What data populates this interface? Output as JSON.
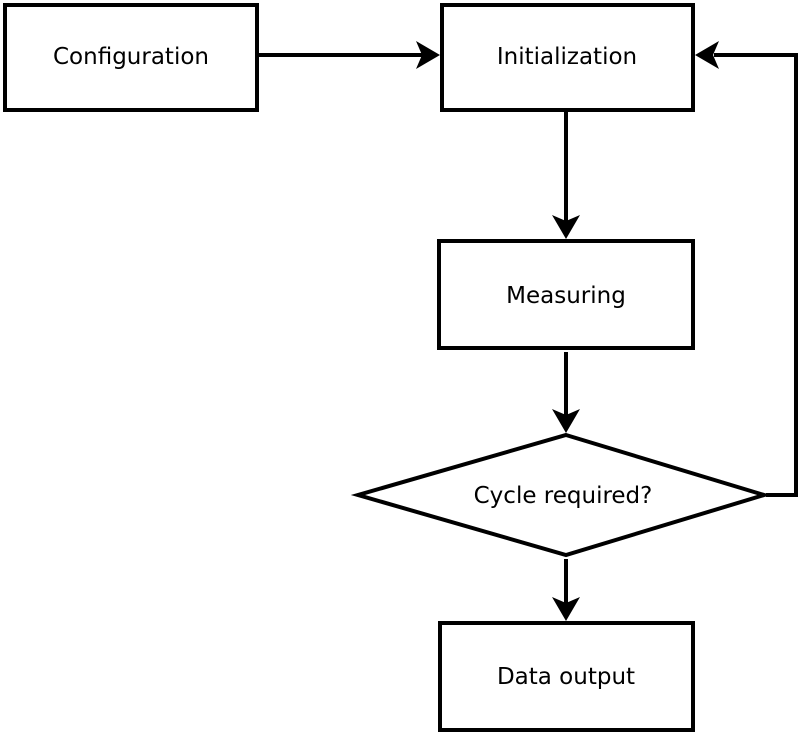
{
  "diagram": {
    "type": "flowchart",
    "background_color": "#ffffff",
    "line_color": "#000000",
    "node_fill_color": "#ffffff",
    "text_color": "#000000",
    "nodes": [
      {
        "id": "configuration",
        "shape": "rectangle",
        "label": "Configuration"
      },
      {
        "id": "initialization",
        "shape": "rectangle",
        "label": "Initialization"
      },
      {
        "id": "measuring",
        "shape": "rectangle",
        "label": "Measuring"
      },
      {
        "id": "cycle-required",
        "shape": "diamond",
        "label": "Cycle required?"
      },
      {
        "id": "data-output",
        "shape": "rectangle",
        "label": "Data output"
      }
    ],
    "edges": [
      {
        "from": "configuration",
        "to": "initialization",
        "direction": "right"
      },
      {
        "from": "initialization",
        "to": "measuring",
        "direction": "down"
      },
      {
        "from": "measuring",
        "to": "cycle-required",
        "direction": "down"
      },
      {
        "from": "cycle-required",
        "to": "data-output",
        "direction": "down"
      },
      {
        "from": "cycle-required",
        "to": "initialization",
        "direction": "right-then-up",
        "role": "feedback-loop"
      }
    ]
  }
}
